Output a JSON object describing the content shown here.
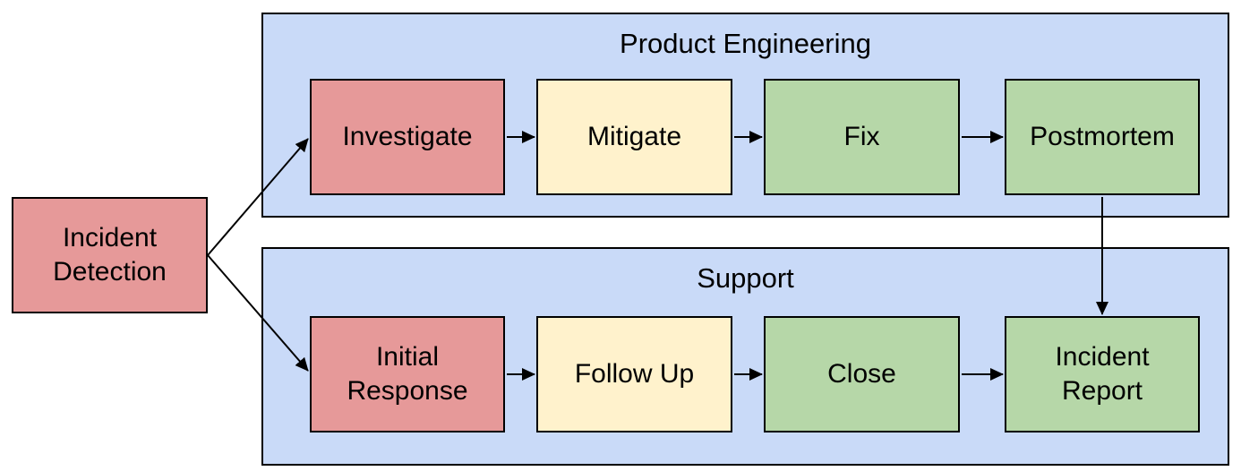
{
  "diagram": {
    "type": "flowchart",
    "colors": {
      "lane_fill": "#c9daf8",
      "red": "#e69999",
      "yellow": "#fff2cc",
      "green": "#b6d7a8",
      "border": "#000000",
      "background": "#ffffff"
    },
    "detection": {
      "label": "Incident Detection",
      "color": "red"
    },
    "lanes": [
      {
        "title": "Product Engineering",
        "steps": [
          {
            "label": "Investigate",
            "color": "red"
          },
          {
            "label": "Mitigate",
            "color": "yellow"
          },
          {
            "label": "Fix",
            "color": "green"
          },
          {
            "label": "Postmortem",
            "color": "green"
          }
        ]
      },
      {
        "title": "Support",
        "steps": [
          {
            "label": "Initial Response",
            "color": "red"
          },
          {
            "label": "Follow Up",
            "color": "yellow"
          },
          {
            "label": "Close",
            "color": "green"
          },
          {
            "label": "Incident Report",
            "color": "green"
          }
        ]
      }
    ],
    "edges": [
      {
        "from": "Incident Detection",
        "to": "Investigate"
      },
      {
        "from": "Incident Detection",
        "to": "Initial Response"
      },
      {
        "from": "Investigate",
        "to": "Mitigate"
      },
      {
        "from": "Mitigate",
        "to": "Fix"
      },
      {
        "from": "Fix",
        "to": "Postmortem"
      },
      {
        "from": "Initial Response",
        "to": "Follow Up"
      },
      {
        "from": "Follow Up",
        "to": "Close"
      },
      {
        "from": "Close",
        "to": "Incident Report"
      },
      {
        "from": "Postmortem",
        "to": "Incident Report"
      }
    ]
  }
}
